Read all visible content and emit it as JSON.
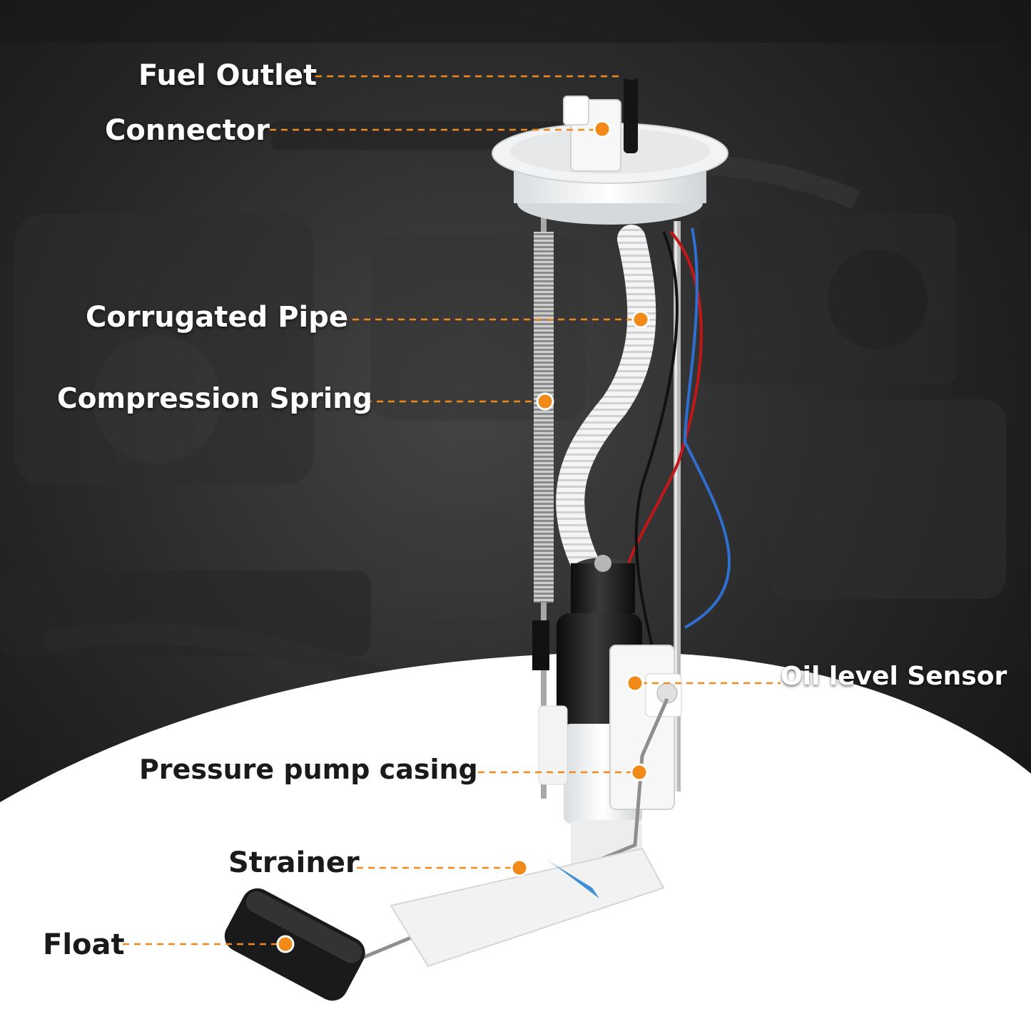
{
  "colors": {
    "accent": "#f28a1a",
    "label_on_dark": "#ffffff",
    "label_on_light": "#1a1a1a",
    "background_dark": "#1c1c1c",
    "background_light": "#ffffff"
  },
  "labels": {
    "fuel_outlet": "Fuel Outlet",
    "connector": "Connector",
    "corrugated_pipe": "Corrugated Pipe",
    "compression_spring": "Compression Spring",
    "oil_level_sensor": "Oil level Sensor",
    "pressure_pump_casing": "Pressure pump casing",
    "strainer": "Strainer",
    "float": "Float"
  }
}
